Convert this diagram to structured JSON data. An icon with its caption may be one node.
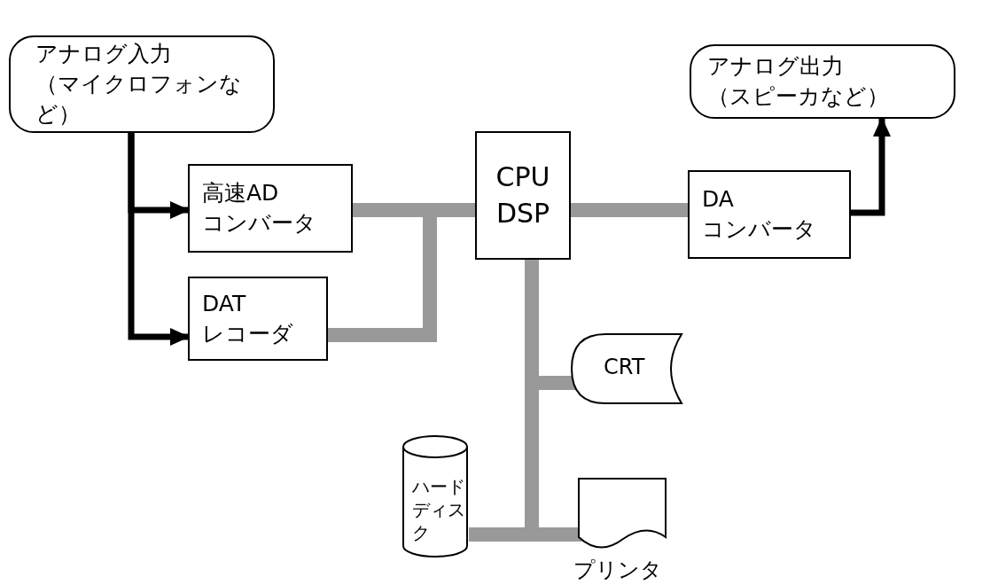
{
  "diagram": {
    "nodes": [
      {
        "text": [
          "アナログ入力（マイクロフォンなど）"
        ]
      },
      {
        "text": [
          "高速ADコンバータ"
        ]
      },
      {
        "text": [
          "DATレコーダ"
        ]
      },
      {
        "text": [
          "CPU DSP"
        ]
      },
      {
        "text": [
          "DAコンバータ"
        ]
      },
      {
        "text": [
          "アナログ出力（スピーカなど）"
        ]
      },
      {
        "text": [
          "CRT"
        ]
      },
      {
        "text": [
          "ハードディスク"
        ]
      },
      {
        "text": [
          "プリンタ"
        ]
      }
    ],
    "edges": [
      {
        "from": 0,
        "to": 1,
        "arrow": "to",
        "color": "#000000"
      },
      {
        "from": 0,
        "to": 2,
        "arrow": "to",
        "color": "#000000"
      },
      {
        "from": 1,
        "to": 3,
        "arrow": "none"
      },
      {
        "from": 2,
        "to": 3,
        "arrow": "none"
      },
      {
        "from": 3,
        "to": 4,
        "arrow": "none"
      },
      {
        "from": 4,
        "to": 5,
        "arrow": "to",
        "color": "#000000"
      },
      {
        "from": 3,
        "to": 6,
        "arrow": "none"
      },
      {
        "from": 3,
        "to": 7,
        "arrow": "none"
      },
      {
        "from": 3,
        "to": 8,
        "arrow": "none"
      }
    ]
  }
}
